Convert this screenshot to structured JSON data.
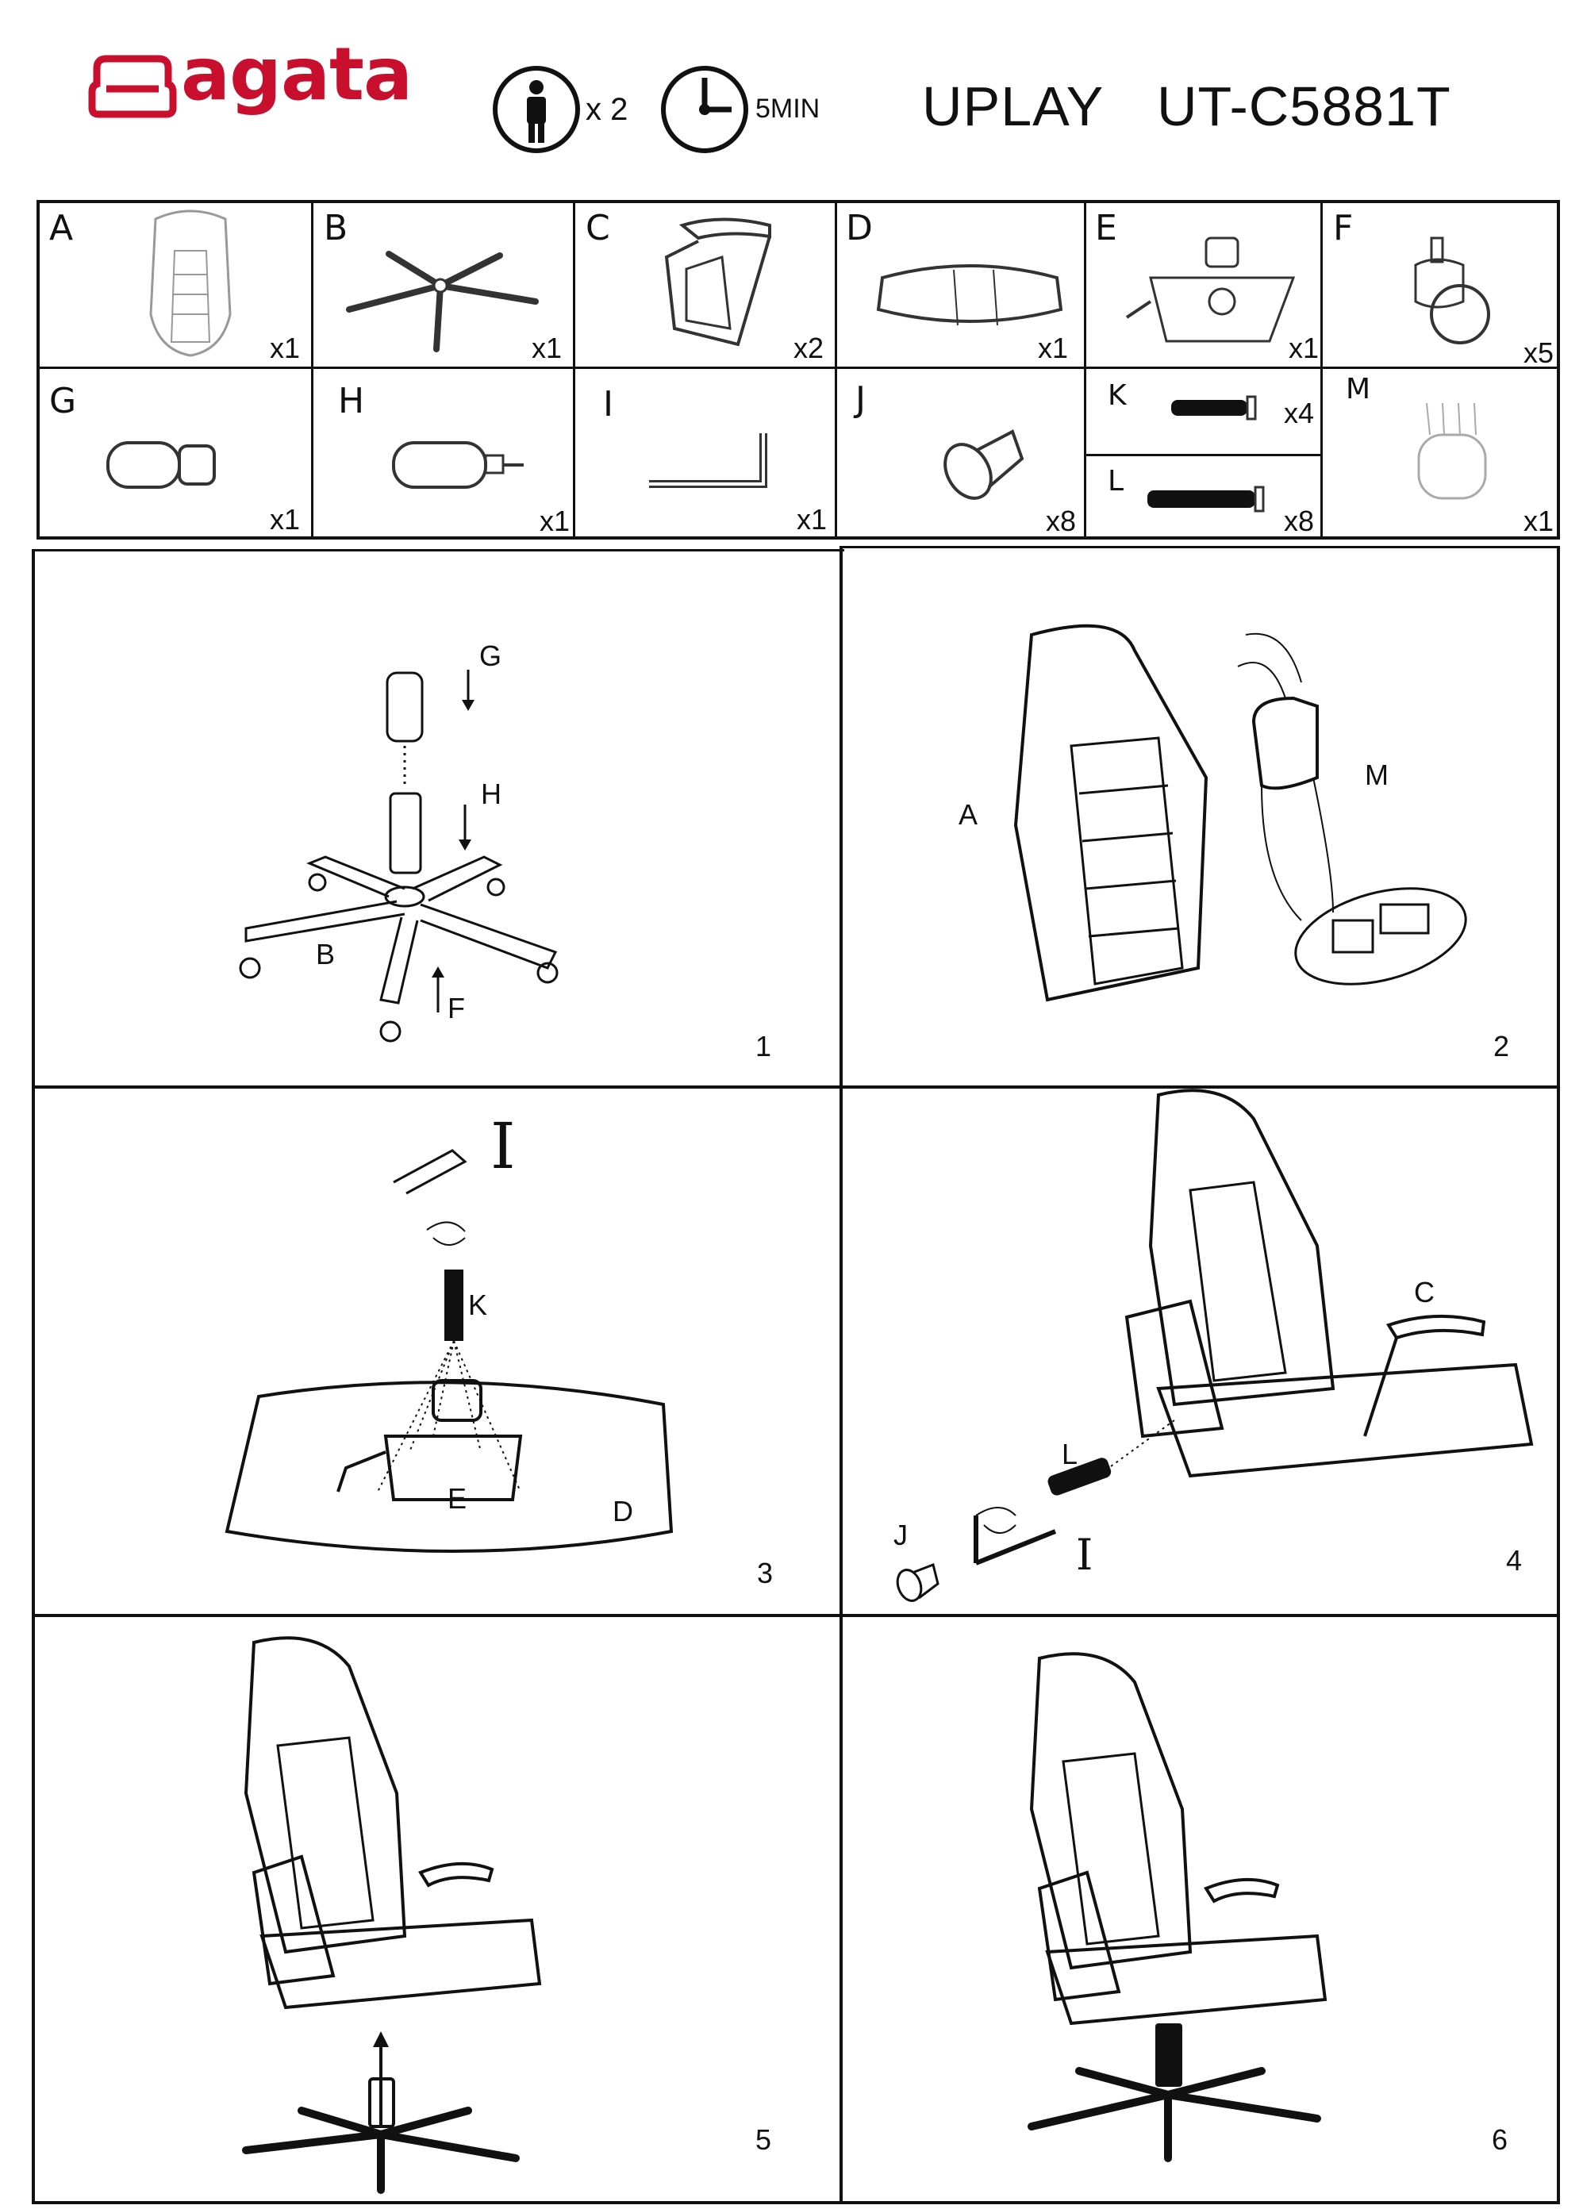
{
  "header": {
    "brand": "agata",
    "people_count": "x 2",
    "time": "5MIN",
    "model_name": "UPLAY",
    "model_code": "UT-C5881T"
  },
  "parts": [
    {
      "letter": "A",
      "qty": "x1",
      "icon": "backrest-icon"
    },
    {
      "letter": "B",
      "qty": "x1",
      "icon": "star-base-icon"
    },
    {
      "letter": "C",
      "qty": "x2",
      "icon": "armrest-icon"
    },
    {
      "letter": "D",
      "qty": "x1",
      "icon": "seat-cushion-icon"
    },
    {
      "letter": "E",
      "qty": "x1",
      "icon": "tilt-mechanism-icon"
    },
    {
      "letter": "F",
      "qty": "x5",
      "icon": "caster-wheel-icon"
    },
    {
      "letter": "G",
      "qty": "x1",
      "icon": "gas-lift-cover-icon"
    },
    {
      "letter": "H",
      "qty": "x1",
      "icon": "gas-lift-icon"
    },
    {
      "letter": "I",
      "qty": "x1",
      "icon": "allen-key-icon"
    },
    {
      "letter": "J",
      "qty": "x8",
      "icon": "washer-icon"
    },
    {
      "letter": "K",
      "qty": "x4",
      "icon": "bolt-short-icon"
    },
    {
      "letter": "L",
      "qty": "x8",
      "icon": "bolt-long-icon"
    },
    {
      "letter": "M",
      "qty": "x1",
      "icon": "headrest-pillow-icon"
    }
  ],
  "steps": [
    {
      "number": "1",
      "labels": [
        "G",
        "H",
        "B",
        "F"
      ]
    },
    {
      "number": "2",
      "labels": [
        "A",
        "M"
      ]
    },
    {
      "number": "3",
      "labels": [
        "I",
        "K",
        "E",
        "D"
      ]
    },
    {
      "number": "4",
      "labels": [
        "C",
        "L",
        "J",
        "I"
      ]
    },
    {
      "number": "5",
      "labels": []
    },
    {
      "number": "6",
      "labels": []
    }
  ]
}
